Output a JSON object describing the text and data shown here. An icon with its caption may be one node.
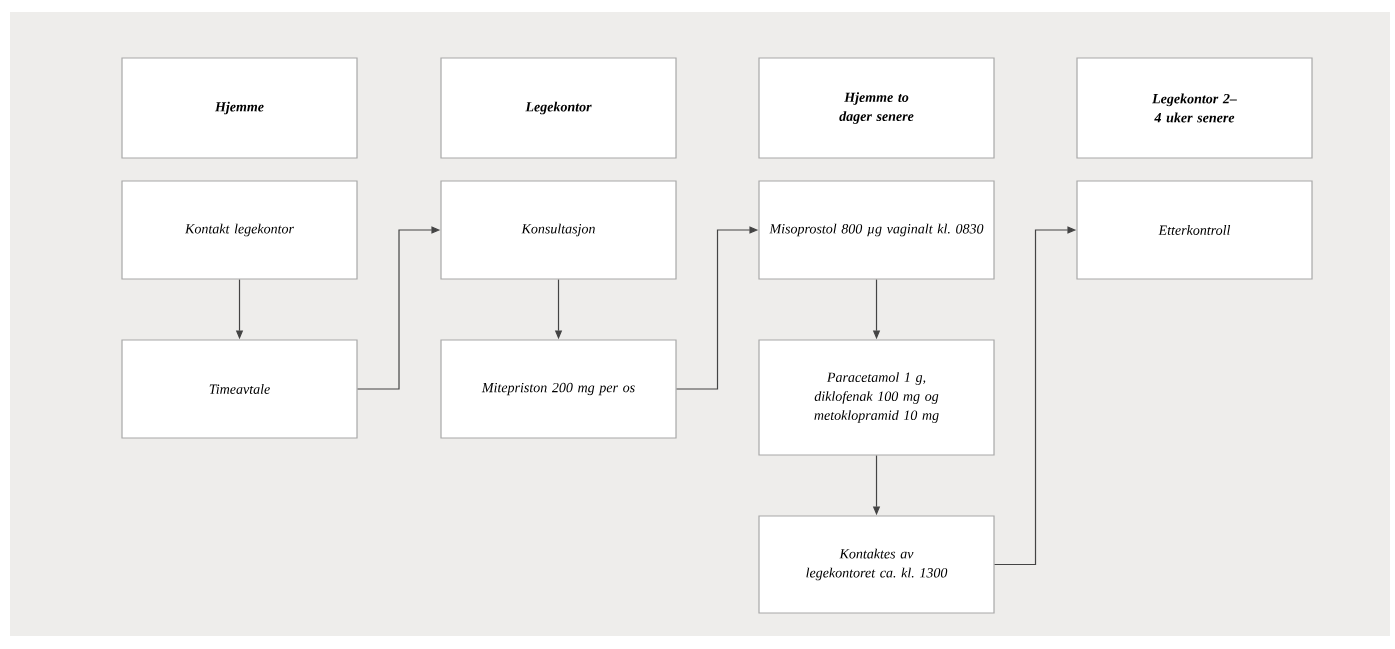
{
  "diagram": {
    "nodes": [
      {
        "text": [
          "Hjemme"
        ]
      },
      {
        "text": [
          "Legekontor"
        ]
      },
      {
        "text": [
          "Hjemme to dager senere"
        ]
      },
      {
        "text": [
          "Legekontor 2–4 uker senere"
        ]
      },
      {
        "text": [
          "Kontakt legekontor"
        ]
      },
      {
        "text": [
          "Timeavtale"
        ]
      },
      {
        "text": [
          "Konsultasjon"
        ]
      },
      {
        "text": [
          "Mitepriston 200 mg per os"
        ]
      },
      {
        "text": [
          "Misoprostol 800 µg vaginalt kl. 0830"
        ]
      },
      {
        "text": [
          "Paracetamol 1 g, diklofenak 100 mg og metoklopramid 10 mg"
        ]
      },
      {
        "text": [
          "Kontaktes av legekontoret ca. kl. 1300"
        ]
      },
      {
        "text": [
          "Etterkontroll"
        ]
      }
    ],
    "edges": [
      {
        "from": 4,
        "to": 5,
        "arrow": "to"
      },
      {
        "from": 5,
        "to": 6,
        "arrow": "to"
      },
      {
        "from": 6,
        "to": 7,
        "arrow": "to"
      },
      {
        "from": 7,
        "to": 8,
        "arrow": "to"
      },
      {
        "from": 8,
        "to": 9,
        "arrow": "to"
      },
      {
        "from": 9,
        "to": 10,
        "arrow": "to"
      },
      {
        "from": 10,
        "to": 11,
        "arrow": "to"
      }
    ]
  }
}
